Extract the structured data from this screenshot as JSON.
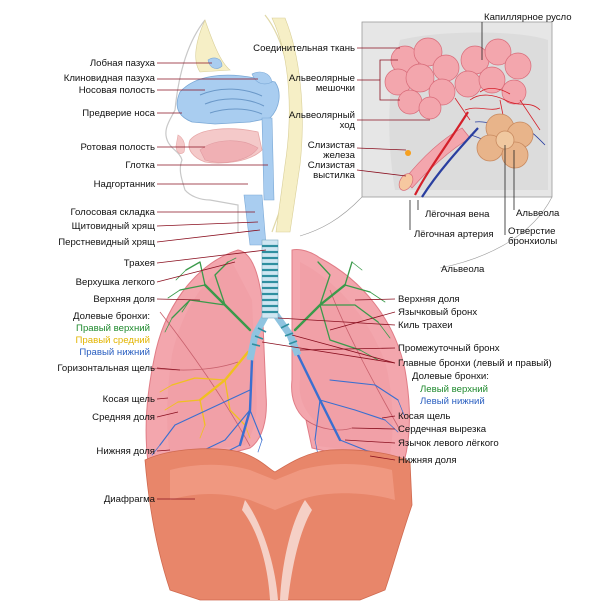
{
  "labels_left": {
    "frontal_sinus": "Лобная пазуха",
    "sphenoid_sinus": "Клиновидная пазуха",
    "nasal_cavity": "Носовая полость",
    "nasal_vestibule": "Предверие носа",
    "oral_cavity": "Ротовая полость",
    "pharynx": "Глотка",
    "epiglottis": "Надгортанник",
    "vocal_fold": "Голосовая складка",
    "thyroid_cartilage": "Щитовидный хрящ",
    "cricoid_cartilage": "Перстневидный хрящ",
    "trachea": "Трахея",
    "lung_apex": "Верхушка легкого",
    "upper_lobe": "Верхняя доля",
    "lobar_bronchi_title": "Долевые бронхи:",
    "right_upper": "Правый верхний",
    "right_middle": "Правый средний",
    "right_lower": "Правый нижний",
    "horizontal_fissure": "Горизонтальная щель",
    "oblique_fissure": "Косая щель",
    "middle_lobe": "Средняя доля",
    "lower_lobe": "Нижняя доля",
    "diaphragm": "Диафрагма"
  },
  "labels_inset": {
    "connective_tissue": "Соединительная ткань",
    "alveolar_sacs_1": "Альвеолярные",
    "alveolar_sacs_2": "мешочки",
    "alveolar_duct_1": "Альвеолярный",
    "alveolar_duct_2": "ход",
    "mucous_gland_1": "Слизистая",
    "mucous_gland_2": "железа",
    "mucous_lining_1": "Слизистая",
    "mucous_lining_2": "выстилка",
    "capillary_bed": "Капиллярное русло",
    "pulmonary_vein": "Лёгочная вена",
    "pulmonary_artery": "Лёгочная артерия",
    "alveolus_small": "Альвеола",
    "bronchiole_opening_1": "Отверстие",
    "bronchiole_opening_2": "бронхиолы"
  },
  "labels_right": {
    "alveolus": "Альвеола",
    "upper_lobe": "Верхняя доля",
    "lingular_bronchus": "Язычковый бронх",
    "carina": "Киль трахеи",
    "intermediate_bronchus": "Промежуточный бронх",
    "main_bronchi": "Главные бронхи (левый и правый)",
    "lobar_bronchi_title": "Долевые бронхи:",
    "left_upper": "Левый верхний",
    "left_lower": "Левый нижний",
    "oblique_fissure": "Косая щель",
    "cardiac_notch": "Сердечная вырезка",
    "lingula": "Язычок левого лёгкого",
    "lower_lobe": "Нижняя доля"
  },
  "colors": {
    "lung": "#f3a6ad",
    "lung_edge": "#e07c86",
    "bronchi_upper": "#3a9a4a",
    "bronchi_middle": "#f0c020",
    "bronchi_lower": "#3a6fd0",
    "trachea_ring": "#2f8fa0",
    "diaphragm": "#e8866a",
    "nasal": "#a9cdf0",
    "inset_bg": "#e6e6e6",
    "artery": "#d4202a",
    "vein": "#2a3fa0"
  }
}
